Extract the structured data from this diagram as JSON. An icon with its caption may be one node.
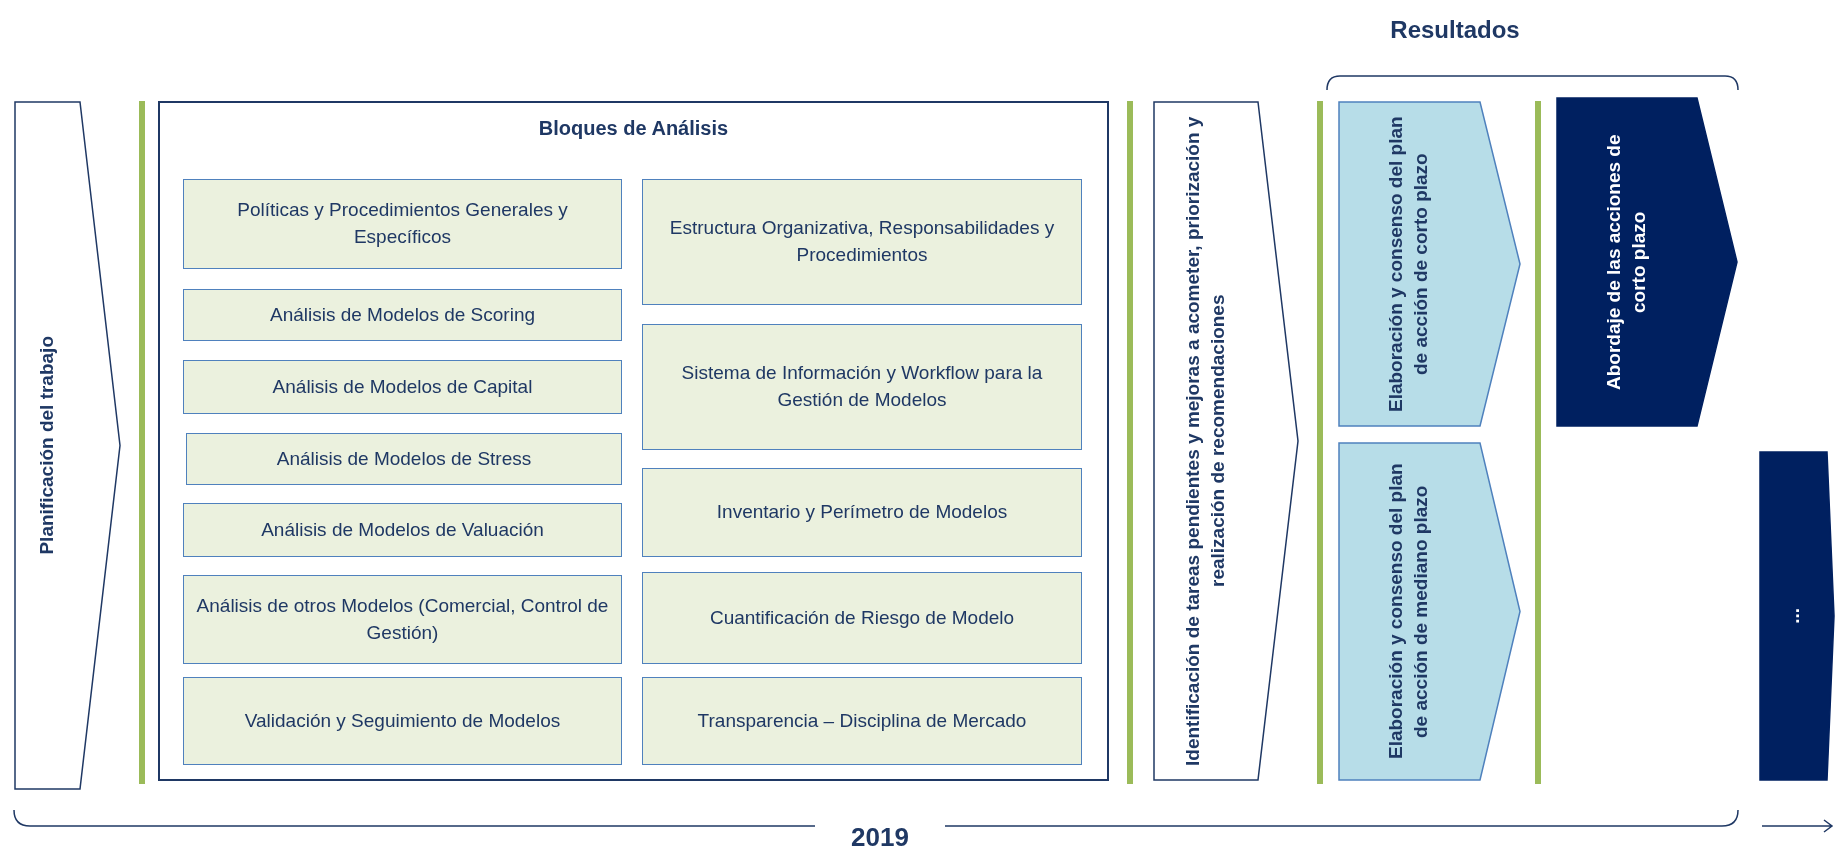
{
  "diagram": {
    "nodes": [
      {
        "text": [
          "Planificación del trabajo"
        ]
      },
      {
        "text": [
          "Bloques de Análisis"
        ]
      },
      {
        "text": [
          "Políticas y Procedimientos Generales y Específicos"
        ],
        "in": 1
      },
      {
        "text": [
          "Análisis de Modelos de Scoring"
        ],
        "in": 1
      },
      {
        "text": [
          "Análisis de Modelos de Capital"
        ],
        "in": 1
      },
      {
        "text": [
          "Análisis de Modelos de Stress"
        ],
        "in": 1
      },
      {
        "text": [
          "Análisis de Modelos de Valuación"
        ],
        "in": 1
      },
      {
        "text": [
          "Análisis de otros Modelos (Comercial, Control de Gestión)"
        ],
        "in": 1
      },
      {
        "text": [
          "Validación y Seguimiento de Modelos"
        ],
        "in": 1
      },
      {
        "text": [
          "Estructura Organizativa, Responsabilidades y Procedimientos"
        ],
        "in": 1
      },
      {
        "text": [
          "Sistema de Información y Workflow para la Gestión de Modelos"
        ],
        "in": 1
      },
      {
        "text": [
          "Inventario y Perímetro de Modelos"
        ],
        "in": 1
      },
      {
        "text": [
          "Cuantificación de Riesgo de Modelo"
        ],
        "in": 1
      },
      {
        "text": [
          "Transparencia – Disciplina de Mercado"
        ],
        "in": 1
      },
      {
        "text": [
          "Identificación de tareas pendientes y mejoras a acometer, priorización y realización de recomendaciones"
        ]
      },
      {
        "text": [
          "Elaboración y consenso del plan de acción de corto plazo"
        ]
      },
      {
        "text": [
          "Elaboración y consenso del plan de acción de mediano plazo"
        ]
      },
      {
        "text": [
          "Abordaje de las acciones de corto plazo"
        ]
      },
      {
        "text": [
          "..."
        ]
      }
    ],
    "edges": [],
    "labels": [
      "Resultados",
      "2019"
    ]
  }
}
